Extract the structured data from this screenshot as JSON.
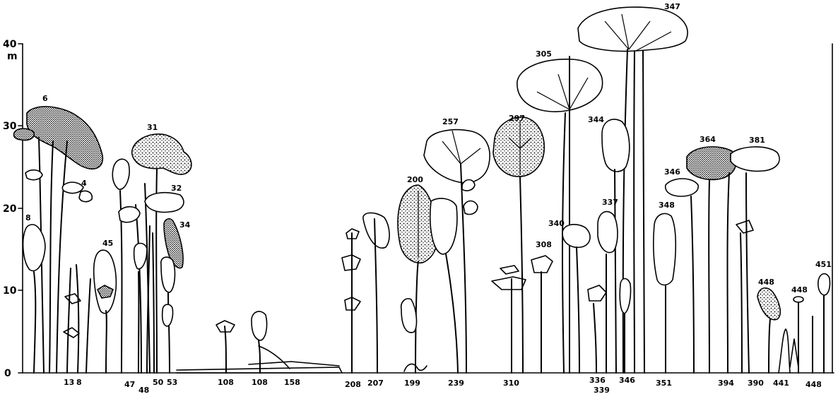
{
  "figure": {
    "y_axis": {
      "unit": "m",
      "ticks": [
        "0",
        "10",
        "20",
        "30",
        "40"
      ]
    },
    "top_labels": [
      "6",
      "4",
      "31",
      "32",
      "34",
      "8",
      "45",
      "200",
      "257",
      "297",
      "305",
      "347",
      "344",
      "337",
      "340",
      "308",
      "348",
      "346",
      "364",
      "381",
      "448",
      "448",
      "451"
    ],
    "bottom_labels": [
      "13",
      "8",
      "47",
      "48",
      "50",
      "53",
      "108",
      "108",
      "158",
      "208",
      "207",
      "199",
      "239",
      "310",
      "336",
      "339",
      "346",
      "351",
      "394",
      "390",
      "441",
      "448"
    ]
  }
}
